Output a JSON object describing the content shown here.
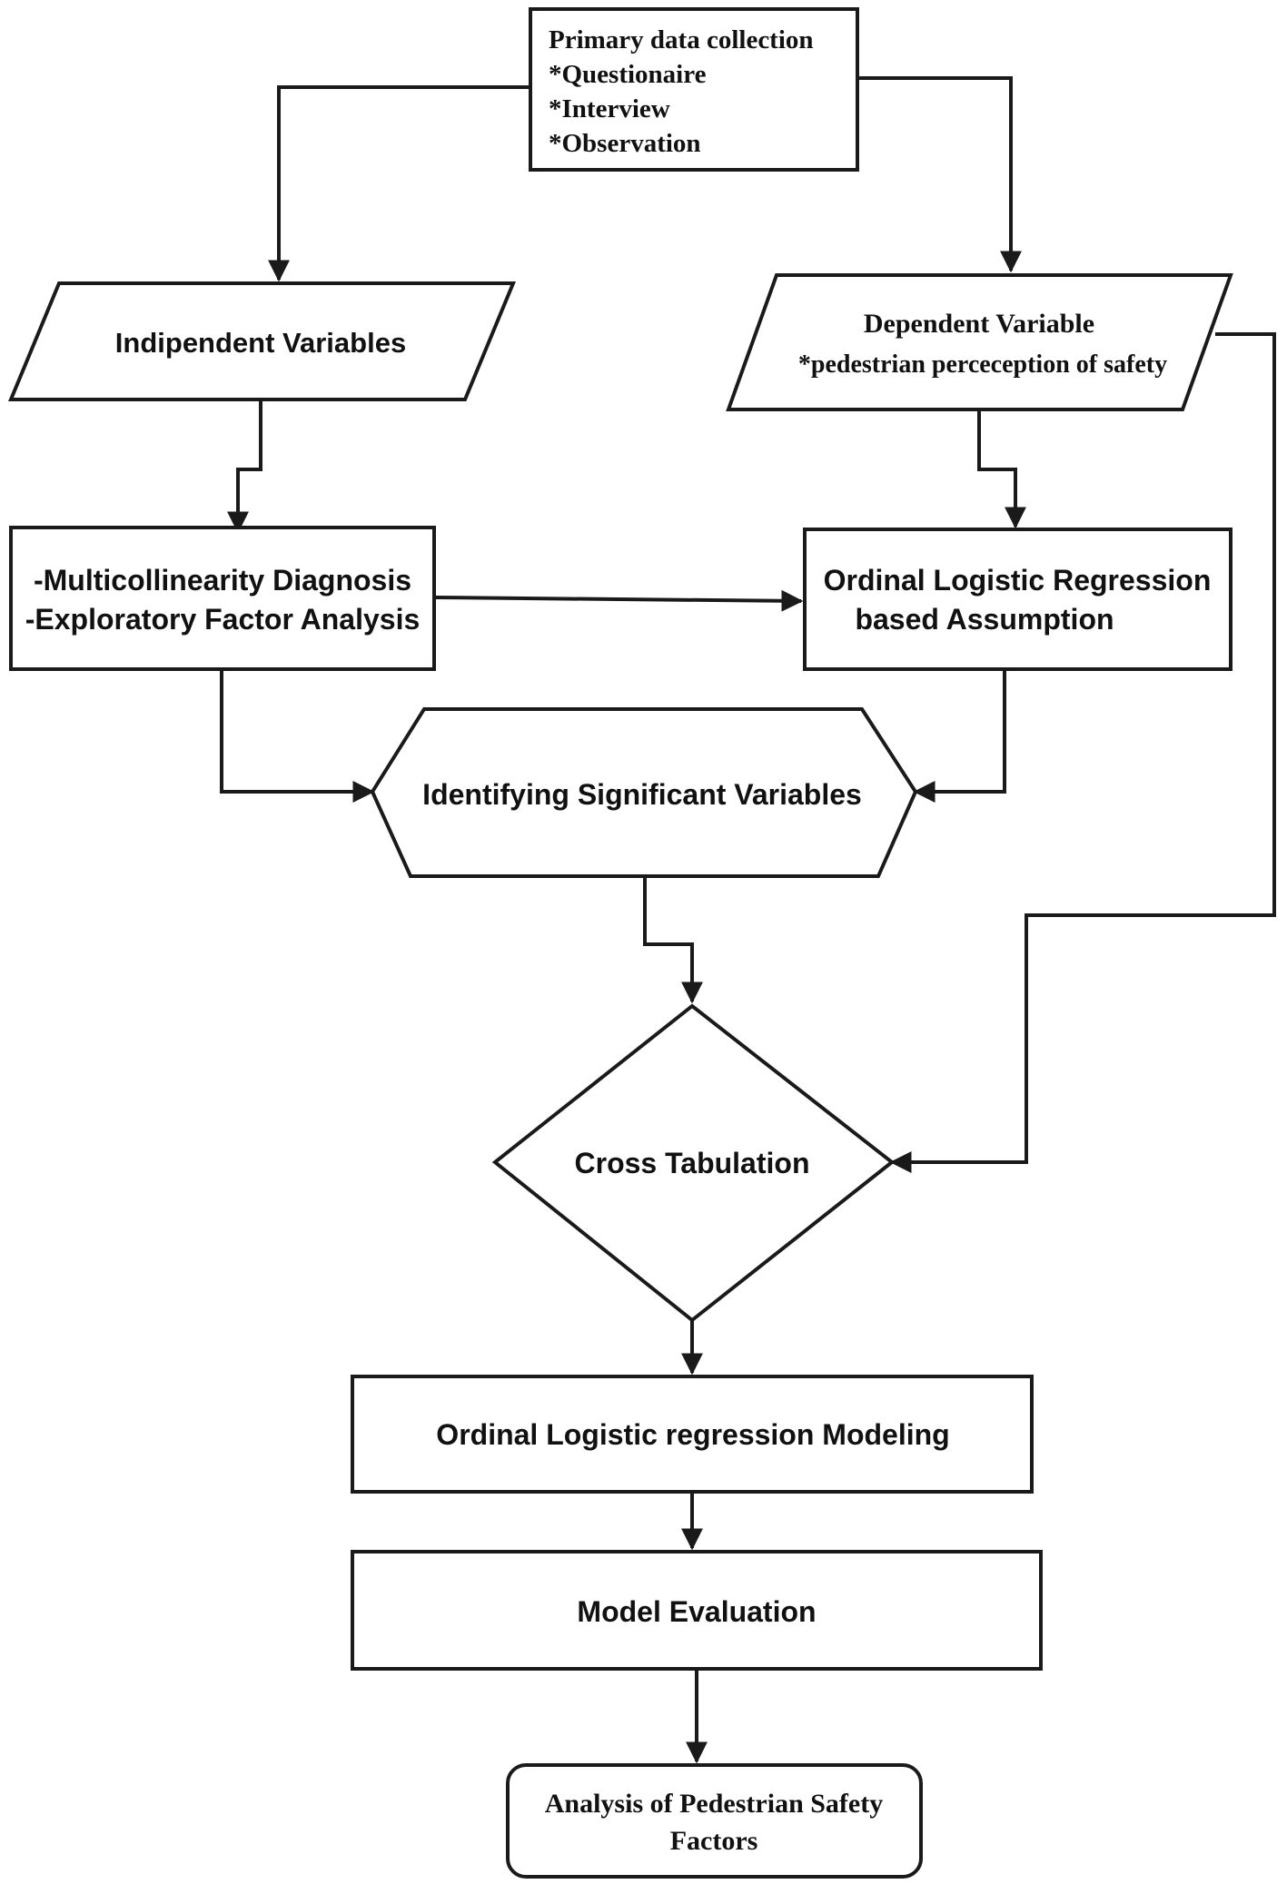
{
  "nodes": {
    "primary": {
      "title": "Primary data collection",
      "items": [
        "*Questionaire",
        "*Interview",
        "*Observation"
      ]
    },
    "independent": {
      "label": "Indipendent Variables"
    },
    "dependent": {
      "title": "Dependent Variable",
      "subtitle": "*pedestrian perceception of safety"
    },
    "diagnosis": {
      "lines": [
        "-Multicollinearity Diagnosis",
        "-Exploratory Factor Analysis"
      ]
    },
    "olr_assumption": {
      "lines": [
        "Ordinal Logistic Regression",
        "based Assumption"
      ]
    },
    "significant": {
      "label": "Identifying Significant Variables"
    },
    "cross_tab": {
      "label": "Cross Tabulation"
    },
    "modeling": {
      "label": "Ordinal Logistic regression Modeling"
    },
    "evaluation": {
      "label": "Model Evaluation"
    },
    "analysis": {
      "lines": [
        "Analysis of Pedestrian Safety",
        "Factors"
      ]
    }
  }
}
